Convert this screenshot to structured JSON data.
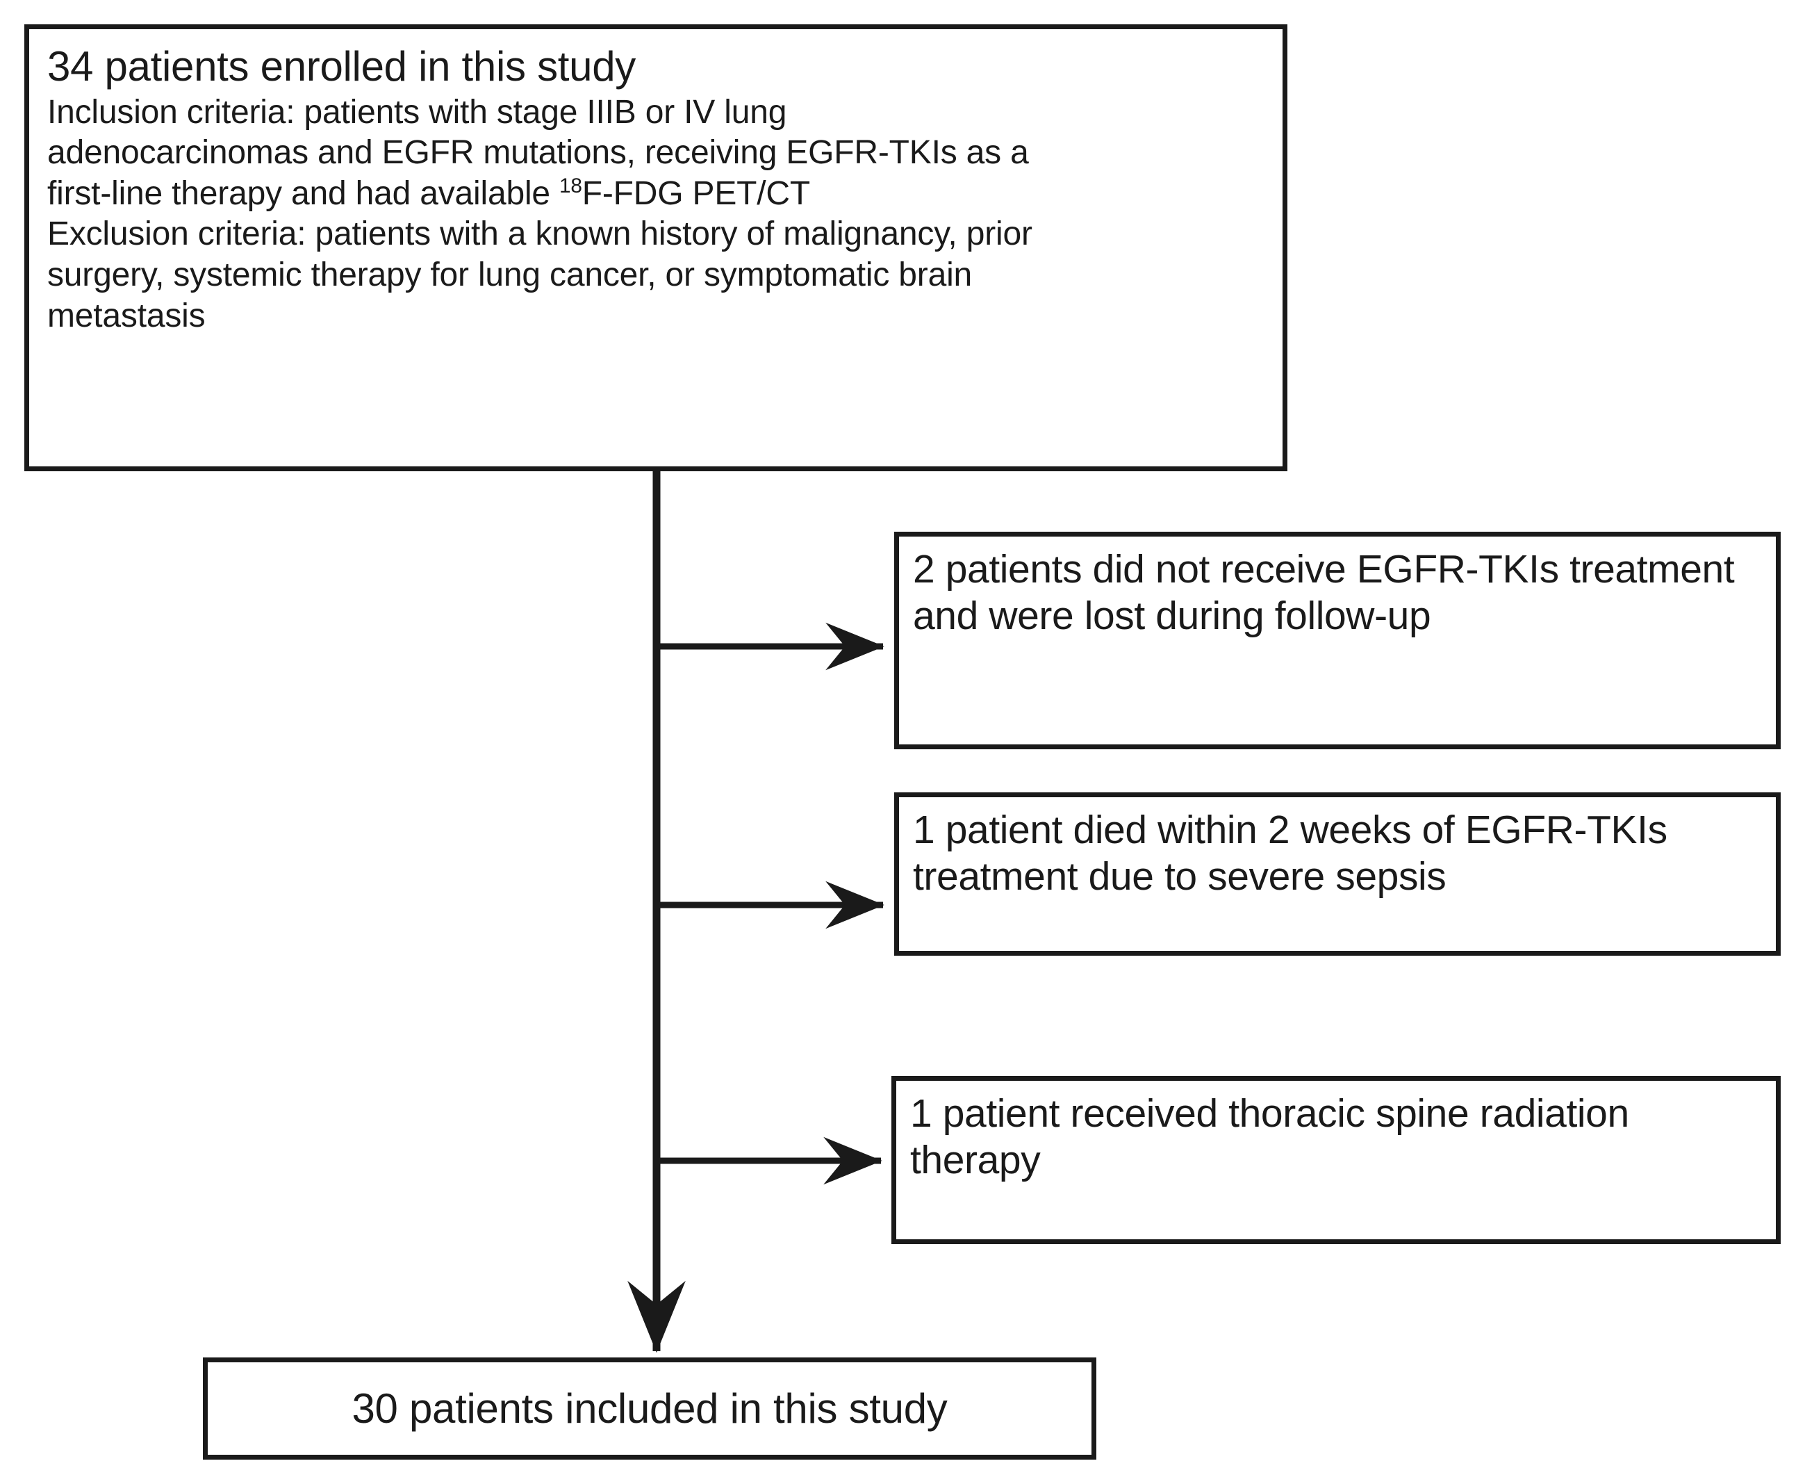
{
  "diagram": {
    "type": "flowchart",
    "orientation": "top-to-bottom with right branches",
    "line_color": "#1a1a1a",
    "background_color": "#ffffff"
  },
  "main_box": {
    "title": "34 patients enrolled in this study",
    "inclusion_line_1": "Inclusion criteria: patients with stage IIIB or IV lung",
    "inclusion_line_2": "adenocarcinomas and EGFR mutations, receiving EGFR-TKIs as a",
    "inclusion_line_3_pre": "first-line therapy and had available ",
    "inclusion_line_3_sup": "18",
    "inclusion_line_3_post": "F-FDG PET/CT",
    "exclusion_line_1": "Exclusion criteria: patients with a known history of malignancy, prior",
    "exclusion_line_2": "surgery, systemic therapy for lung cancer, or symptomatic brain",
    "exclusion_line_3": "metastasis"
  },
  "exclusions": [
    {
      "id": "excl-1",
      "count": 2,
      "text": "2 patients did not receive EGFR-TKIs treatment and were lost during follow-up"
    },
    {
      "id": "excl-2",
      "count": 1,
      "text": "1 patient died within 2 weeks of EGFR-TKIs treatment due to severe sepsis"
    },
    {
      "id": "excl-3",
      "count": 1,
      "text": "1 patient received thoracic spine radiation therapy"
    }
  ],
  "final_box": {
    "text": "30 patients included in this study"
  }
}
